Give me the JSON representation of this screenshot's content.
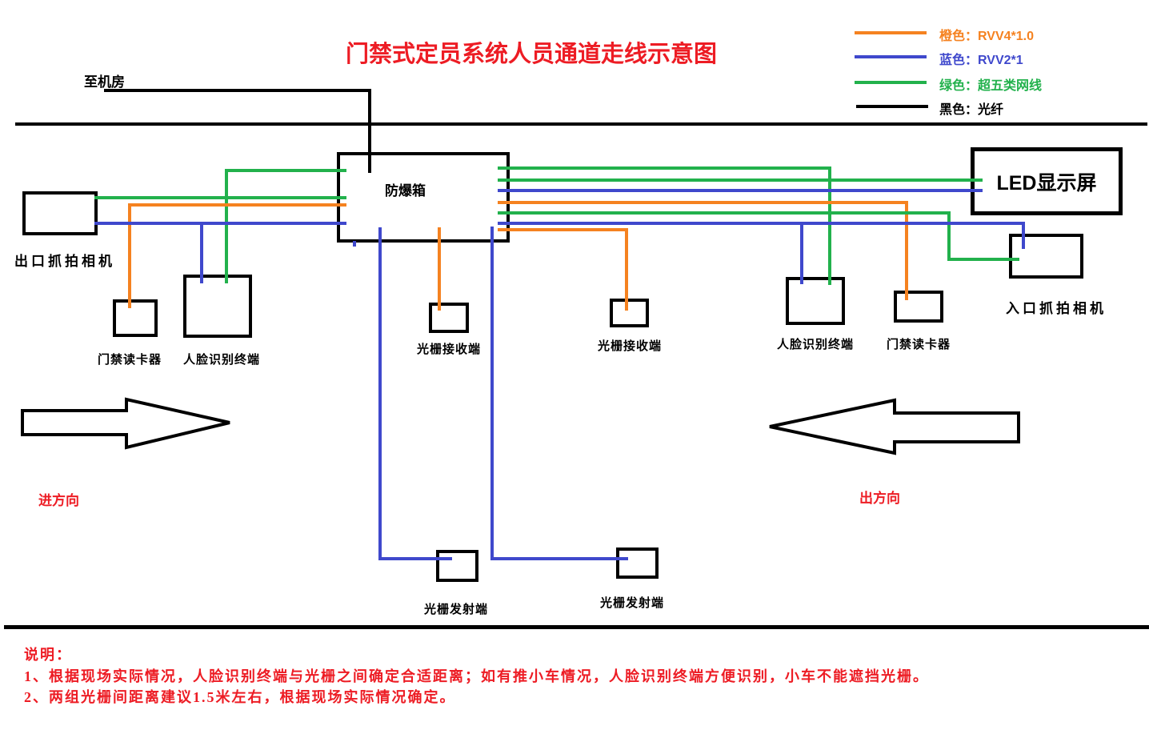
{
  "title": "门禁式定员系统人员通道走线示意图",
  "colors": {
    "orange": "#F58220",
    "blue": "#3F48CC",
    "green": "#22B14C",
    "red": "#ED1C24",
    "black": "#000000"
  },
  "legend": {
    "items": [
      {
        "label": "橙色：RVV4*1.0",
        "color": "orange"
      },
      {
        "label": "蓝色：RVV2*1",
        "color": "blue"
      },
      {
        "label": "绿色：超五类网线",
        "color": "green"
      },
      {
        "label": "黑色：光纤",
        "color": "black"
      }
    ]
  },
  "devices": {
    "to_machine_room": "至机房",
    "explosion_proof_box": "防爆箱",
    "led_display": "LED显示屏",
    "exit_camera": "出口抓拍相机",
    "entry_camera": "入口抓拍相机",
    "card_reader": "门禁读卡器",
    "face_terminal": "人脸识别终端",
    "grating_receiver": "光栅接收端",
    "grating_emitter": "光栅发射端"
  },
  "directions": {
    "entry": "进方向",
    "exit": "出方向"
  },
  "notes": {
    "heading": "说明：",
    "lines": [
      "1、根据现场实际情况，人脸识别终端与光栅之间确定合适距离；如有推小车情况，人脸识别终端方便识别，小车不能遮挡光栅。",
      "2、两组光栅间距离建议1.5米左右，根据现场实际情况确定。"
    ]
  }
}
